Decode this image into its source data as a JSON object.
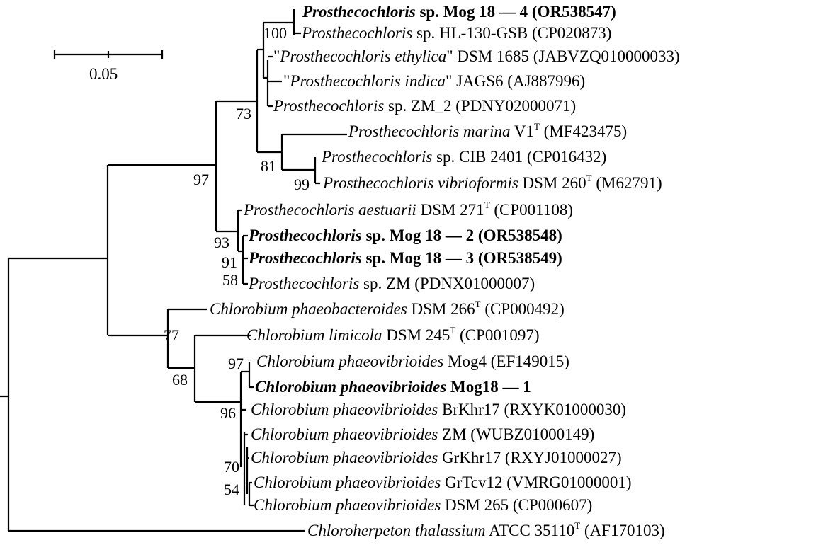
{
  "scale_bar": {
    "label": "0.05"
  },
  "taxa": [
    {
      "bold": true,
      "segs": [
        {
          "t": "Prosthecochloris",
          "i": true
        },
        {
          "t": " sp. Mog 18 — 4 (OR538547)"
        }
      ]
    },
    {
      "segs": [
        {
          "t": "Prosthecochloris",
          "i": true
        },
        {
          "t": " sp. HL-130-GSB (CP020873)"
        }
      ]
    },
    {
      "segs": [
        {
          "t": "\""
        },
        {
          "t": "Prosthecochloris ethylica",
          "i": true
        },
        {
          "t": "\" DSM 1685 (JABVZQ010000033)"
        }
      ]
    },
    {
      "segs": [
        {
          "t": "\""
        },
        {
          "t": "Prosthecochloris indica",
          "i": true
        },
        {
          "t": "\" JAGS6 (AJ887996)"
        }
      ]
    },
    {
      "segs": [
        {
          "t": "Prosthecochloris",
          "i": true
        },
        {
          "t": " sp. ZM_2 (PDNY02000071)"
        }
      ]
    },
    {
      "segs": [
        {
          "t": "Prosthecochloris marina",
          "i": true
        },
        {
          "t": " V1"
        },
        {
          "t": "T",
          "sup": true
        },
        {
          "t": " (MF423475)"
        }
      ]
    },
    {
      "segs": [
        {
          "t": "Prosthecochloris",
          "i": true
        },
        {
          "t": " sp. CIB 2401 (CP016432)"
        }
      ]
    },
    {
      "segs": [
        {
          "t": "Prosthecochloris vibrioformis",
          "i": true
        },
        {
          "t": " DSM 260"
        },
        {
          "t": "T",
          "sup": true
        },
        {
          "t": " (M62791)"
        }
      ]
    },
    {
      "segs": [
        {
          "t": "Prosthecochloris aestuarii",
          "i": true
        },
        {
          "t": " DSM 271"
        },
        {
          "t": "T",
          "sup": true
        },
        {
          "t": " (CP001108)"
        }
      ]
    },
    {
      "bold": true,
      "segs": [
        {
          "t": "Prosthecochloris",
          "i": true
        },
        {
          "t": " sp. Mog 18 — 2 (OR538548)"
        }
      ]
    },
    {
      "bold": true,
      "segs": [
        {
          "t": "Prosthecochloris",
          "i": true
        },
        {
          "t": " sp. Mog 18 — 3 (OR538549)"
        }
      ]
    },
    {
      "segs": [
        {
          "t": "Prosthecochloris",
          "i": true
        },
        {
          "t": " sp. ZM (PDNX01000007)"
        }
      ]
    },
    {
      "segs": [
        {
          "t": "Chlorobium phaeobacteroides",
          "i": true
        },
        {
          "t": " DSM 266"
        },
        {
          "t": "T",
          "sup": true
        },
        {
          "t": " (CP000492)"
        }
      ]
    },
    {
      "segs": [
        {
          "t": "Chlorobium limicola",
          "i": true
        },
        {
          "t": " DSM 245"
        },
        {
          "t": "T",
          "sup": true
        },
        {
          "t": " (CP001097)"
        }
      ]
    },
    {
      "segs": [
        {
          "t": "Chlorobium phaeovibrioides",
          "i": true
        },
        {
          "t": " Mog4 (EF149015)"
        }
      ]
    },
    {
      "bold": true,
      "segs": [
        {
          "t": "Chlorobium phaeovibrioides",
          "i": true
        },
        {
          "t": " Mog18 — 1"
        }
      ]
    },
    {
      "segs": [
        {
          "t": "Chlorobium phaeovibrioides",
          "i": true
        },
        {
          "t": " BrKhr17 (RXYK01000030)"
        }
      ]
    },
    {
      "segs": [
        {
          "t": "Chlorobium phaeovibrioides",
          "i": true
        },
        {
          "t": " ZM (WUBZ01000149)"
        }
      ]
    },
    {
      "segs": [
        {
          "t": "Chlorobium phaeovibrioides",
          "i": true
        },
        {
          "t": " GrKhr17 (RXYJ01000027)"
        }
      ]
    },
    {
      "segs": [
        {
          "t": "Chlorobium phaeovibrioides",
          "i": true
        },
        {
          "t": " GrTcv12 (VMRG01000001)"
        }
      ]
    },
    {
      "segs": [
        {
          "t": "Chlorobium phaeovibrioides",
          "i": true
        },
        {
          "t": " DSM 265 (CP000607)"
        }
      ]
    },
    {
      "segs": [
        {
          "t": "Chloroherpeton thalassium",
          "i": true
        },
        {
          "t": " ATCC 35110"
        },
        {
          "t": "T",
          "sup": true
        },
        {
          "t": " (AF170103)"
        }
      ]
    }
  ],
  "bootstrap": [
    "100",
    "73",
    "81",
    "99",
    "97",
    "93",
    "91",
    "58",
    "77",
    "68",
    "97",
    "96",
    "70",
    "54"
  ]
}
